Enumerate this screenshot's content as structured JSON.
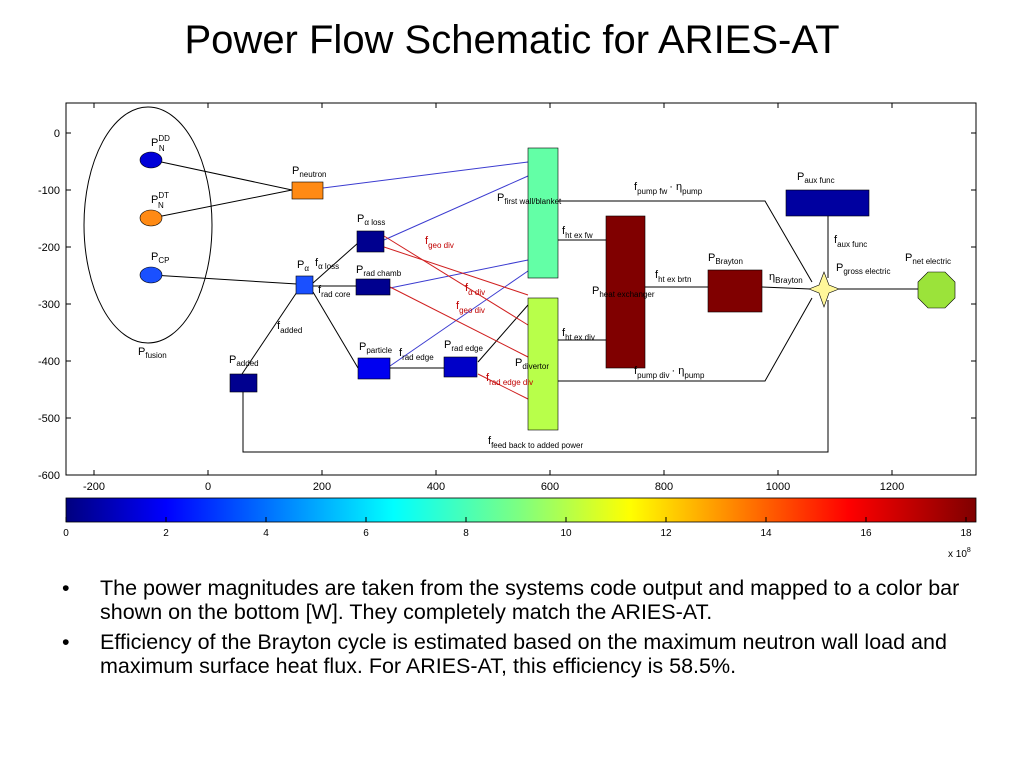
{
  "title": "Power Flow Schematic for ARIES-AT",
  "axes": {
    "x_ticks": [
      "-200",
      "0",
      "200",
      "400",
      "600",
      "800",
      "1000",
      "1200"
    ],
    "y_ticks": [
      "0",
      "-100",
      "-200",
      "-300",
      "-400",
      "-500",
      "-600"
    ]
  },
  "colorbar": {
    "ticks": [
      "0",
      "2",
      "4",
      "6",
      "8",
      "10",
      "12",
      "14",
      "16",
      "18"
    ],
    "exponent_base": "x 10",
    "exponent_power": "8"
  },
  "colors": {
    "c0": "#00008f",
    "c1": "#0000d8",
    "c2": "#1a50ff",
    "c3": "#31b8ff",
    "c4": "#63ffa6",
    "c5": "#b8ff4a",
    "c6": "#ff8a14",
    "c7": "#800000",
    "oct": "#9be33a",
    "star": "#fff79a"
  },
  "labels": {
    "pn_dd": [
      "P",
      "N",
      "DD"
    ],
    "pn_dt": [
      "P",
      "N",
      "DT"
    ],
    "p_cp": [
      "P",
      "CP"
    ],
    "p_fusion": [
      "P",
      "fusion"
    ],
    "p_neutron": [
      "P",
      "neutron"
    ],
    "p_alpha": [
      "P",
      "α"
    ],
    "f_alpha_loss": [
      "f",
      "α loss"
    ],
    "p_alpha_loss": [
      "P",
      "α loss"
    ],
    "p_rad_chamb": [
      "P",
      "rad chamb"
    ],
    "f_rad_core": [
      "f",
      "rad core"
    ],
    "f_added": [
      "f",
      "added"
    ],
    "p_added": [
      "P",
      "added"
    ],
    "p_particle": [
      "P",
      "particle"
    ],
    "f_rad_edge": [
      "f",
      "rad edge"
    ],
    "p_rad_edge": [
      "P",
      "rad edge"
    ],
    "f_geo_div_1": [
      "f",
      "geo div"
    ],
    "f_alpha_div": [
      "f",
      "α div"
    ],
    "f_geo_div_2": [
      "f",
      "geo div"
    ],
    "f_rad_edge_div": [
      "f",
      "rad edge div"
    ],
    "p_first_wall": [
      "P",
      "first wall/blanket"
    ],
    "p_divertor": [
      "P",
      "divertor"
    ],
    "f_ht_ex_fw": [
      "f",
      "ht ex fw"
    ],
    "f_ht_ex_div": [
      "f",
      "ht ex div"
    ],
    "f_ht_ex_brtn": [
      "f",
      "ht ex brtn"
    ],
    "p_heat_exchanger": [
      "P",
      "heat exchanger"
    ],
    "p_brayton": [
      "P",
      "Brayton"
    ],
    "eta_brayton": [
      "η",
      "Brayton"
    ],
    "f_pump_fw_a": [
      "f",
      "pump fw"
    ],
    "f_pump_fw_b": [
      "· η",
      "pump"
    ],
    "f_pump_div_a": [
      "f",
      "pump div"
    ],
    "f_pump_div_b": [
      "· η",
      "pump"
    ],
    "p_aux_func": [
      "P",
      "aux func"
    ],
    "f_aux_func": [
      "f",
      "aux func"
    ],
    "p_gross_electric": [
      "P",
      "gross electric"
    ],
    "p_net_electric": [
      "P",
      "net electric"
    ],
    "f_feed_back": [
      "f",
      "feed back to added power"
    ]
  },
  "bullets": [
    "The power magnitudes are taken from the systems code output and mapped to a color bar shown on the bottom [W]. They completely match the ARIES-AT.",
    "Efficiency of the Brayton cycle is estimated based on the maximum neutron wall load and maximum surface heat flux. For ARIES-AT, this efficiency is 58.5%."
  ]
}
